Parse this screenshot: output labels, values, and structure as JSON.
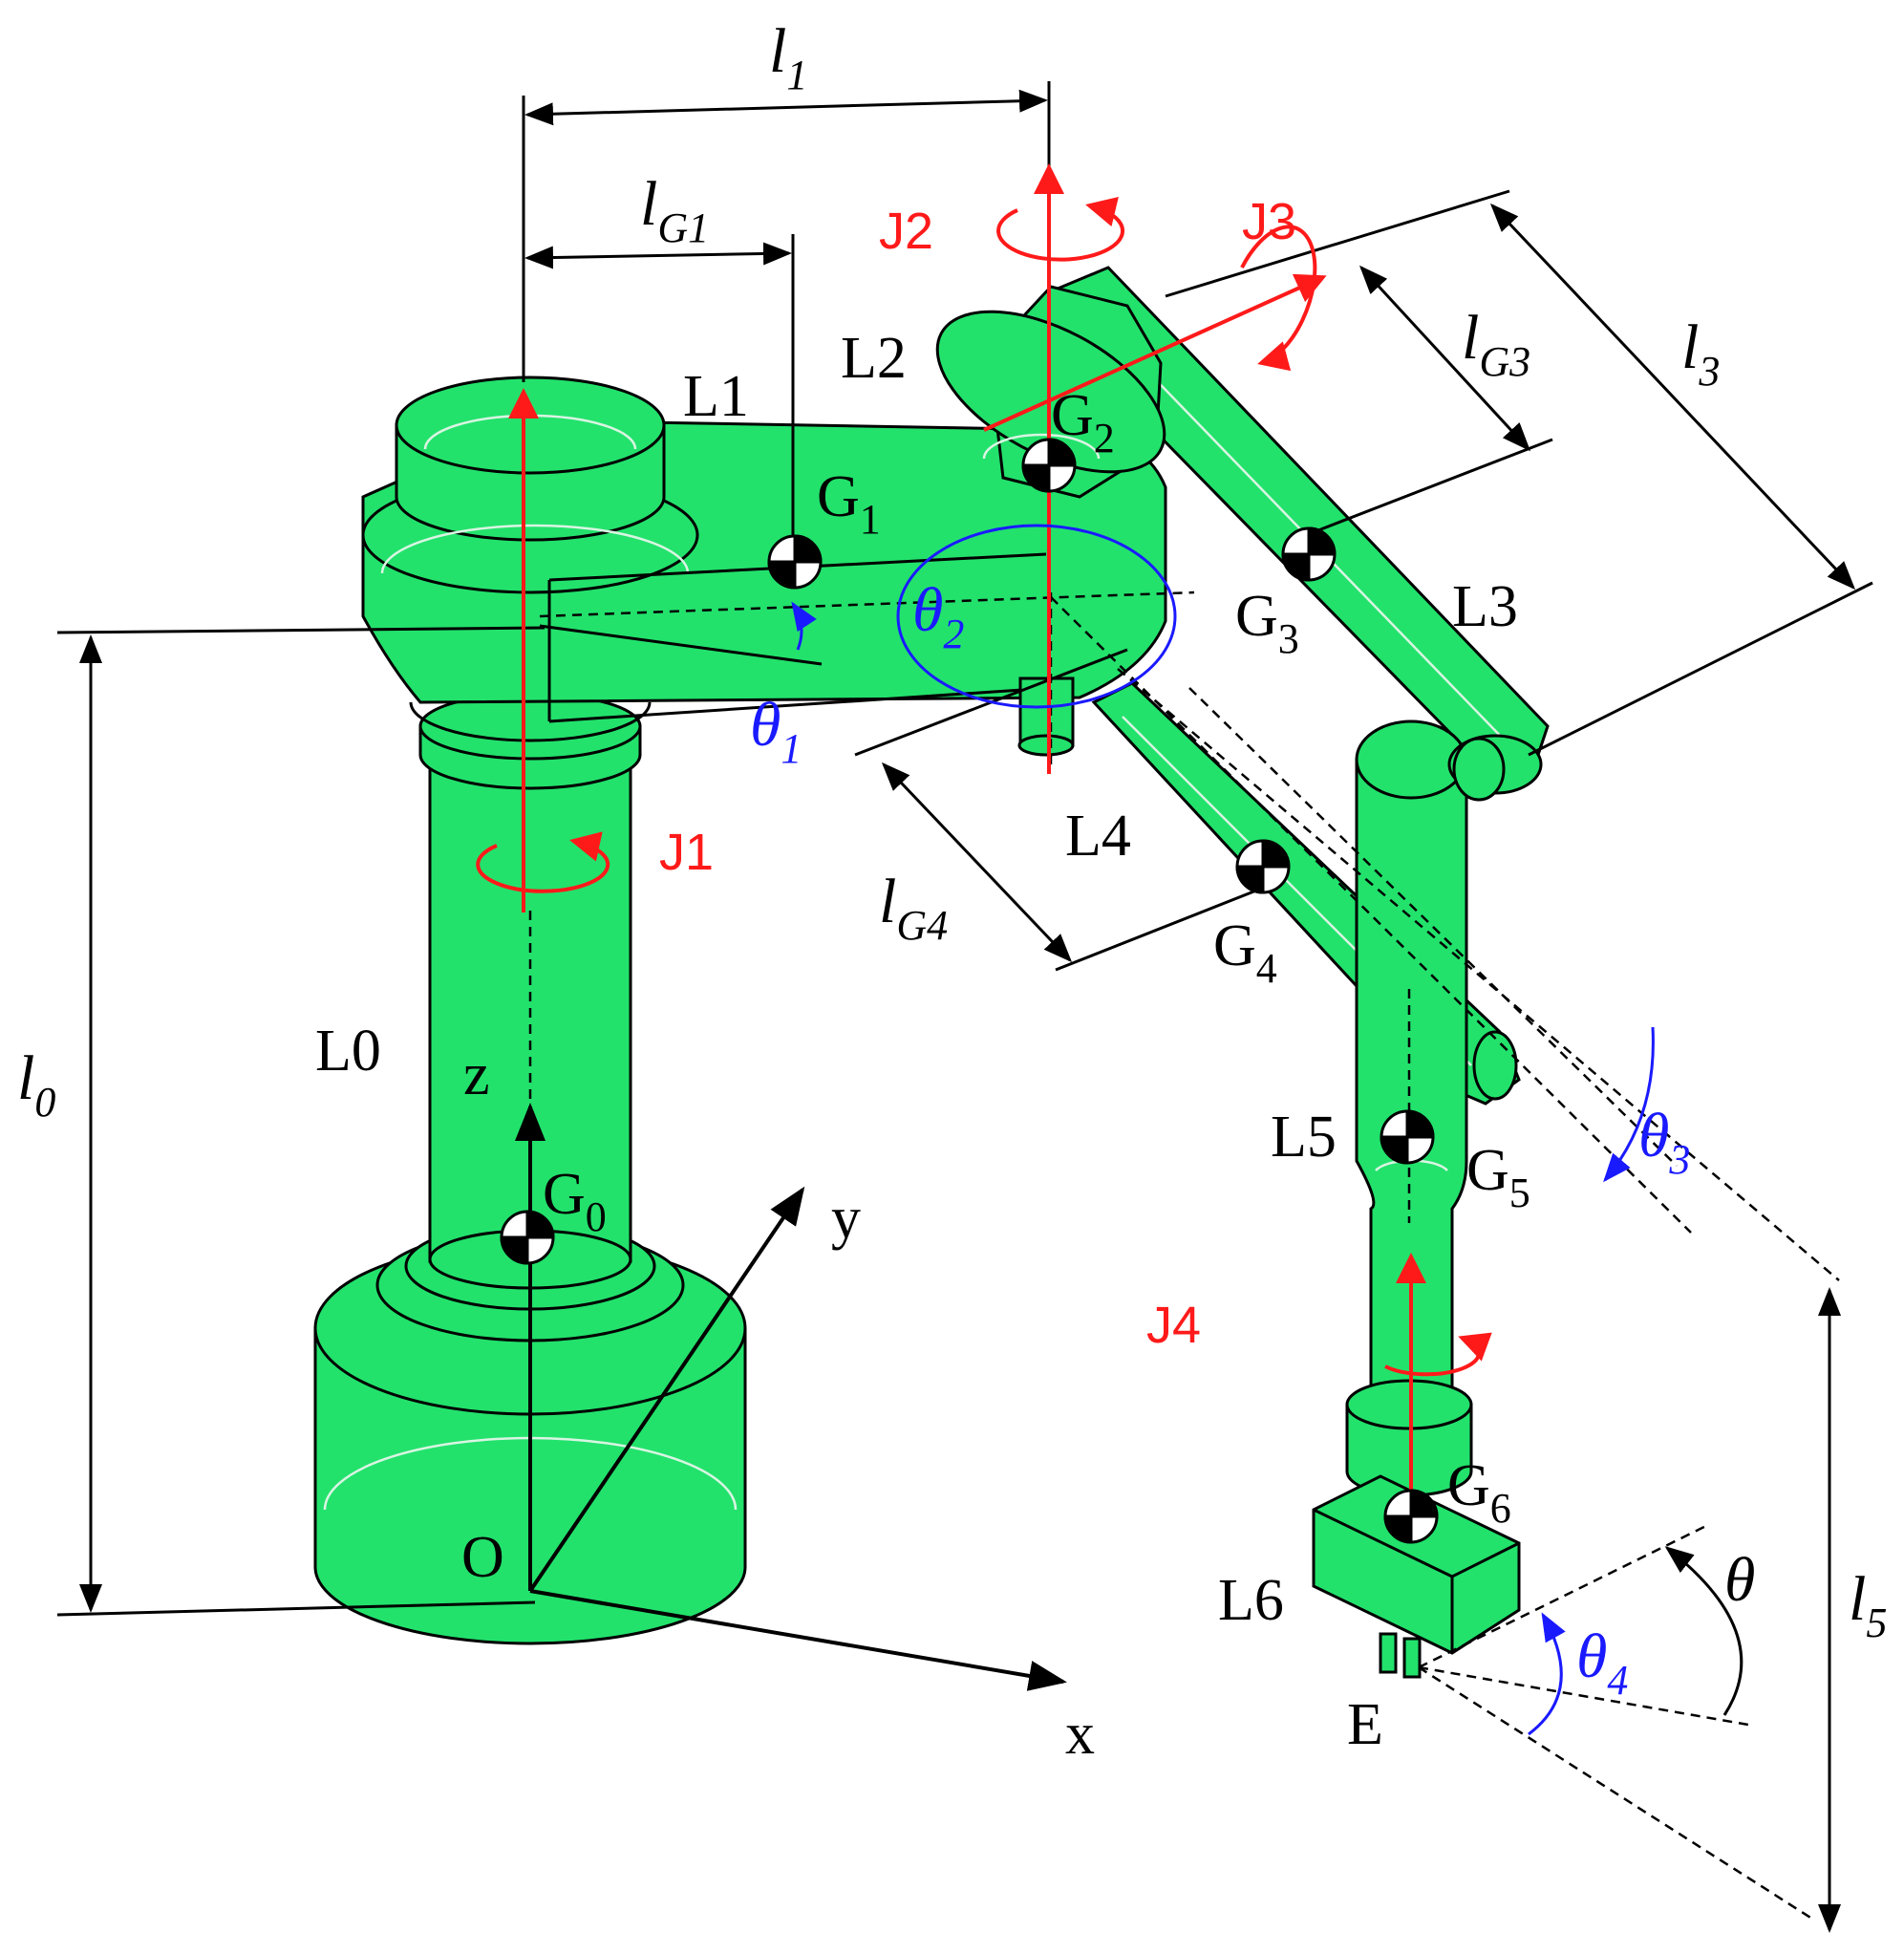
{
  "colors": {
    "body": "#22e26c",
    "axis_red": "#ff1a1a",
    "angle_blue": "#1a1aff",
    "line": "#000000"
  },
  "links": {
    "L0": "L0",
    "L1": "L1",
    "L2": "L2",
    "L3": "L3",
    "L4": "L4",
    "L5": "L5",
    "L6": "L6"
  },
  "cog": {
    "G0": {
      "base": "G",
      "sub": "0"
    },
    "G1": {
      "base": "G",
      "sub": "1"
    },
    "G2": {
      "base": "G",
      "sub": "2"
    },
    "G3": {
      "base": "G",
      "sub": "3"
    },
    "G4": {
      "base": "G",
      "sub": "4"
    },
    "G5": {
      "base": "G",
      "sub": "5"
    },
    "G6": {
      "base": "G",
      "sub": "6"
    }
  },
  "joints": {
    "J1": "J1",
    "J2": "J2",
    "J3": "J3",
    "J4": "J4"
  },
  "angles": {
    "theta1": {
      "base": "θ",
      "sub": "1"
    },
    "theta2": {
      "base": "θ",
      "sub": "2"
    },
    "theta3": {
      "base": "θ",
      "sub": "3"
    },
    "theta4": {
      "base": "θ",
      "sub": "4"
    },
    "theta": "θ"
  },
  "dimensions": {
    "l0": {
      "base": "l",
      "sub": "0"
    },
    "l1": {
      "base": "l",
      "sub": "1"
    },
    "lG1": {
      "base": "l",
      "sub": "G1"
    },
    "l3": {
      "base": "l",
      "sub": "3"
    },
    "lG3": {
      "base": "l",
      "sub": "G3"
    },
    "lG4": {
      "base": "l",
      "sub": "G4"
    },
    "l5": {
      "base": "l",
      "sub": "5"
    }
  },
  "axes": {
    "x": "x",
    "y": "y",
    "z": "z",
    "origin": "O"
  },
  "end_effector": "E"
}
